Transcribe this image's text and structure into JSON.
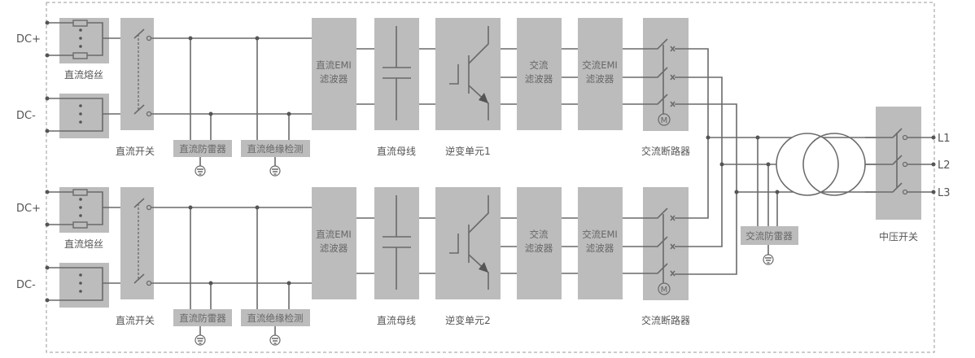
{
  "diagram": {
    "converters": [
      {
        "dc_plus": "DC+",
        "dc_minus": "DC-",
        "fuse": "直流熔丝",
        "dc_switch": "直流开关",
        "dc_spd": "直流防雷器",
        "insulation_monitor": "直流绝缘检测",
        "dc_emi": [
          "直流EMI",
          "滤波器"
        ],
        "dc_bus": "直流母线",
        "inverter": "逆变单元1",
        "ac_filter": [
          "交流",
          "滤波器"
        ],
        "ac_emi": [
          "交流EMI",
          "滤波器"
        ],
        "ac_breaker": "交流断路器",
        "motor": "M"
      },
      {
        "dc_plus": "DC+",
        "dc_minus": "DC-",
        "fuse": "直流熔丝",
        "dc_switch": "直流开关",
        "dc_spd": "直流防雷器",
        "insulation_monitor": "直流绝缘检测",
        "dc_emi": [
          "直流EMI",
          "滤波器"
        ],
        "dc_bus": "直流母线",
        "inverter": "逆变单元2",
        "ac_filter": [
          "交流",
          "滤波器"
        ],
        "ac_emi": [
          "交流EMI",
          "滤波器"
        ],
        "ac_breaker": "交流断路器",
        "motor": "M"
      }
    ],
    "ac_spd": "交流防雷器",
    "mv_switch": "中压开关",
    "outputs": [
      "L1",
      "L2",
      "L3"
    ],
    "colors": {
      "block": "#bcbcbc",
      "wire": "#6a6a6a",
      "text": "#555555"
    }
  }
}
